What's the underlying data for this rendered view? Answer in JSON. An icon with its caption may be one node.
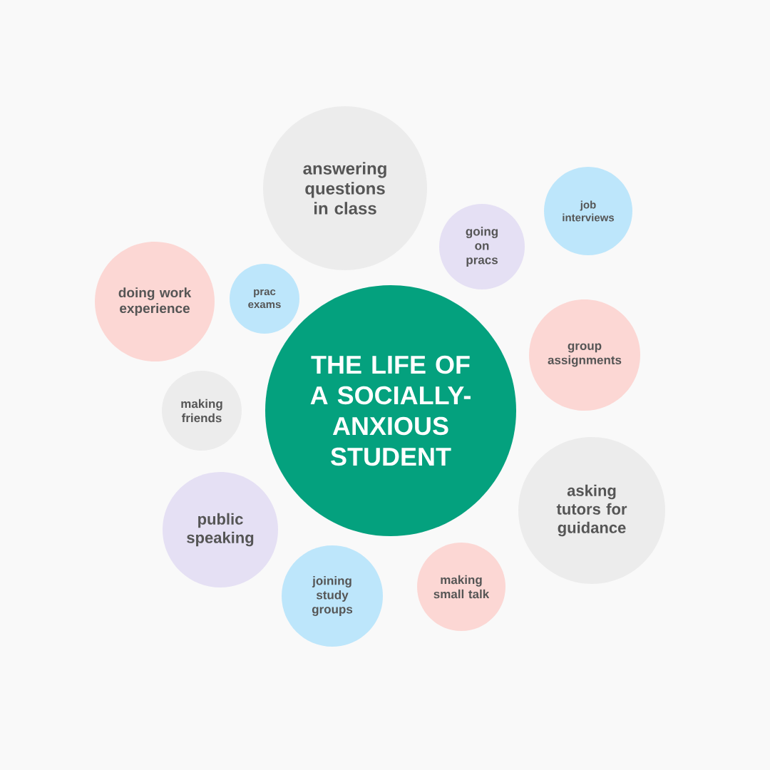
{
  "diagram": {
    "nodes": [
      {
        "text": [
          "THE LIFE OF A SOCIALLY-ANXIOUS STUDENT"
        ]
      },
      {
        "text": [
          "answering questions in class"
        ]
      },
      {
        "text": [
          "job interviews"
        ]
      },
      {
        "text": [
          "going on pracs"
        ]
      },
      {
        "text": [
          "doing work experience"
        ]
      },
      {
        "text": [
          "prac exams"
        ]
      },
      {
        "text": [
          "group assignments"
        ]
      },
      {
        "text": [
          "making friends"
        ]
      },
      {
        "text": [
          "asking tutors for guidance"
        ]
      },
      {
        "text": [
          "public speaking"
        ]
      },
      {
        "text": [
          "making small talk"
        ]
      },
      {
        "text": [
          "joining study groups"
        ]
      }
    ]
  }
}
